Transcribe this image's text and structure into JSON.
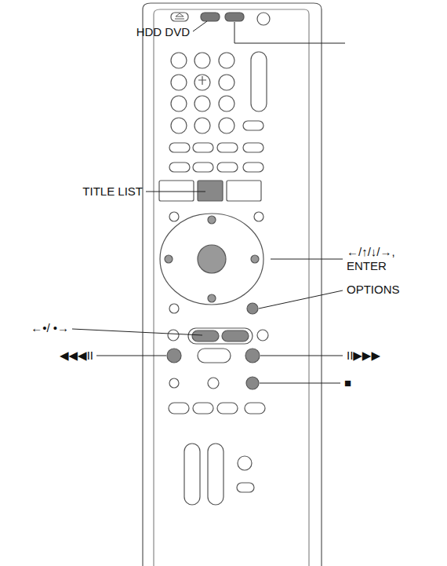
{
  "diagram": {
    "labels": [
      "HDD DVD",
      "TITLE LIST",
      "←/↑/↓/→, ENTER",
      "OPTIONS",
      "←•/ •→",
      "◀◀◀II",
      "II▶▶▶",
      "■"
    ]
  }
}
